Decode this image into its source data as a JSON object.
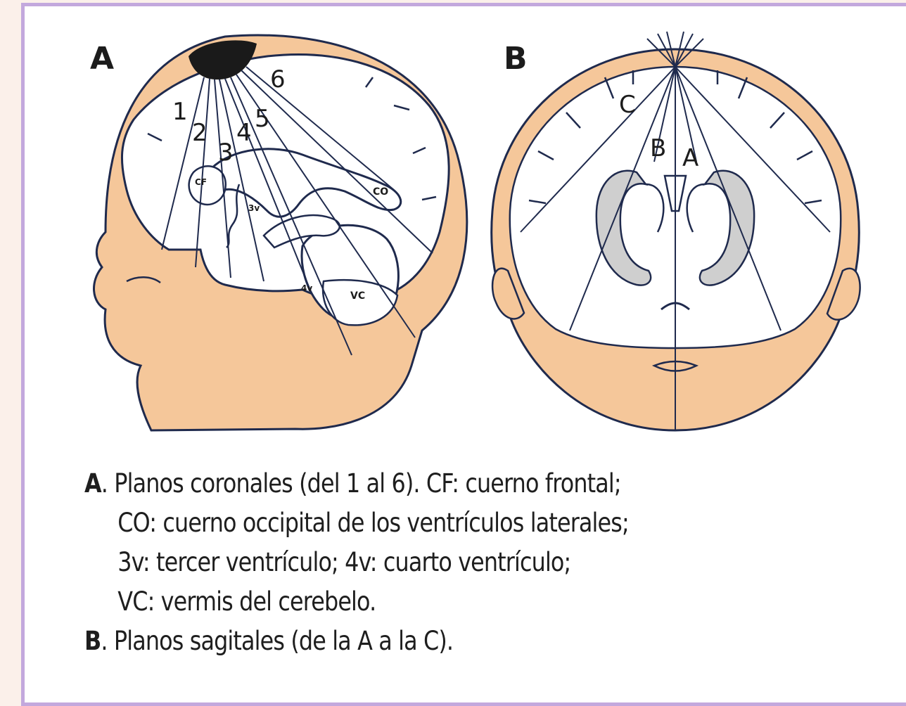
{
  "figure": {
    "panel_a": {
      "letter": "A",
      "plane_numbers": [
        "1",
        "2",
        "3",
        "4",
        "5",
        "6"
      ],
      "structure_labels": {
        "cf": "CF",
        "co": "CO",
        "third_ventricle": "3v",
        "fourth_ventricle": "4v",
        "vermis": "VC"
      }
    },
    "panel_b": {
      "letter": "B",
      "plane_letters": [
        "C",
        "B",
        "A"
      ]
    }
  },
  "caption": {
    "a_key": "A",
    "a_line1": ". Planos coronales (del 1 al 6). CF: cuerno frontal;",
    "a_line2": "CO: cuerno occipital de los ventrículos laterales;",
    "a_line3": "3v: tercer ventrículo; 4v: cuarto ventrículo;",
    "a_line4": "VC: vermis del cerebelo.",
    "b_key": "B",
    "b_line1": ". Planos sagitales (de la A a la C)."
  },
  "colors": {
    "skin": "#f5c79a",
    "frame": "#c3a8dd",
    "line": "#1f2a4d",
    "fontanelle": "#1a1a1a",
    "ventricle_shade": "#cfcfcf"
  }
}
